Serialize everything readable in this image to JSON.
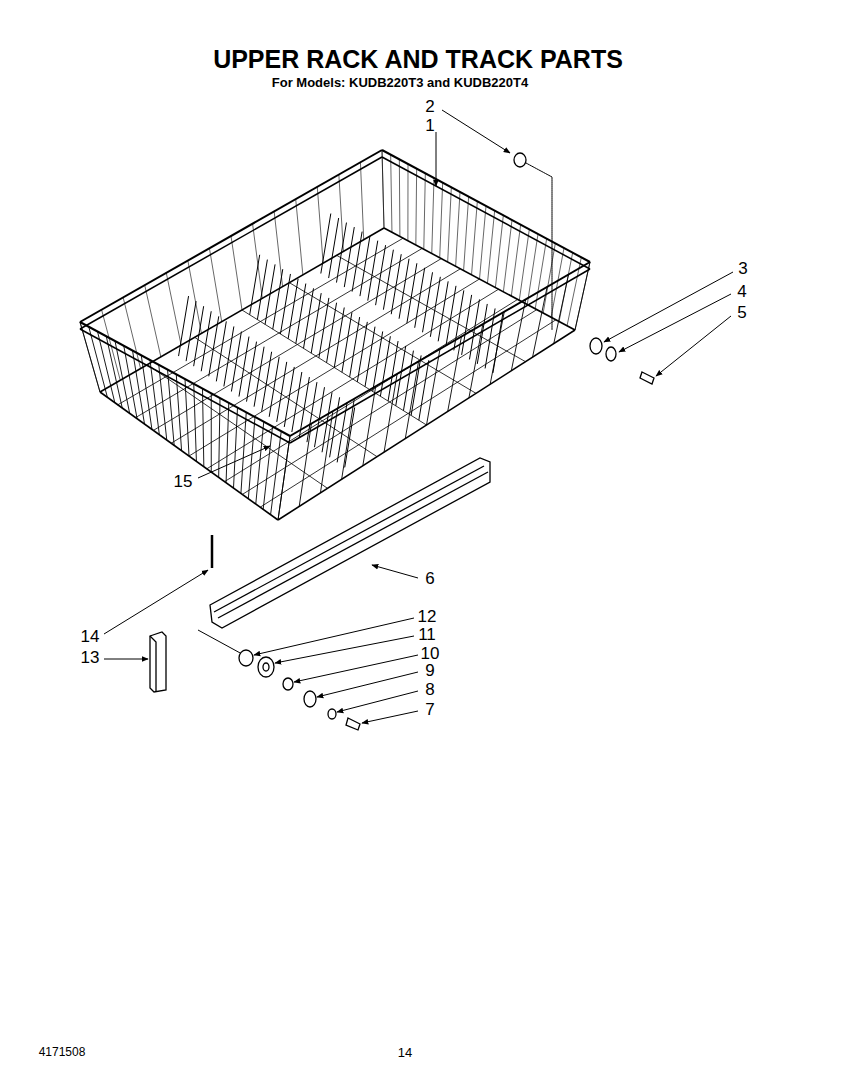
{
  "diagram": {
    "title": "UPPER RACK AND TRACK PARTS",
    "labels": [
      "For Models: KUDB220T3 and KUDB220T4",
      "2",
      "1",
      "3",
      "4",
      "5",
      "15",
      "6",
      "14",
      "13",
      "12",
      "11",
      "10",
      "9",
      "8",
      "7",
      "4171508",
      "14"
    ]
  }
}
